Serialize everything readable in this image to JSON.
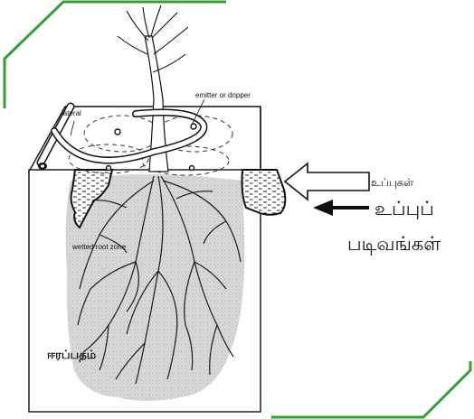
{
  "frame": {
    "accent_color": "#3a9a3a"
  },
  "labels": {
    "emitter": "emitter or dripper",
    "lateral": "lateral",
    "wetted_root_zone": "wetted root zone",
    "salt_old": "உப்புகள்",
    "salt_new_line1": "உப்புப்",
    "salt_new_line2": "படிவங்கள்",
    "moisture": "ஈரப்பதம்"
  }
}
